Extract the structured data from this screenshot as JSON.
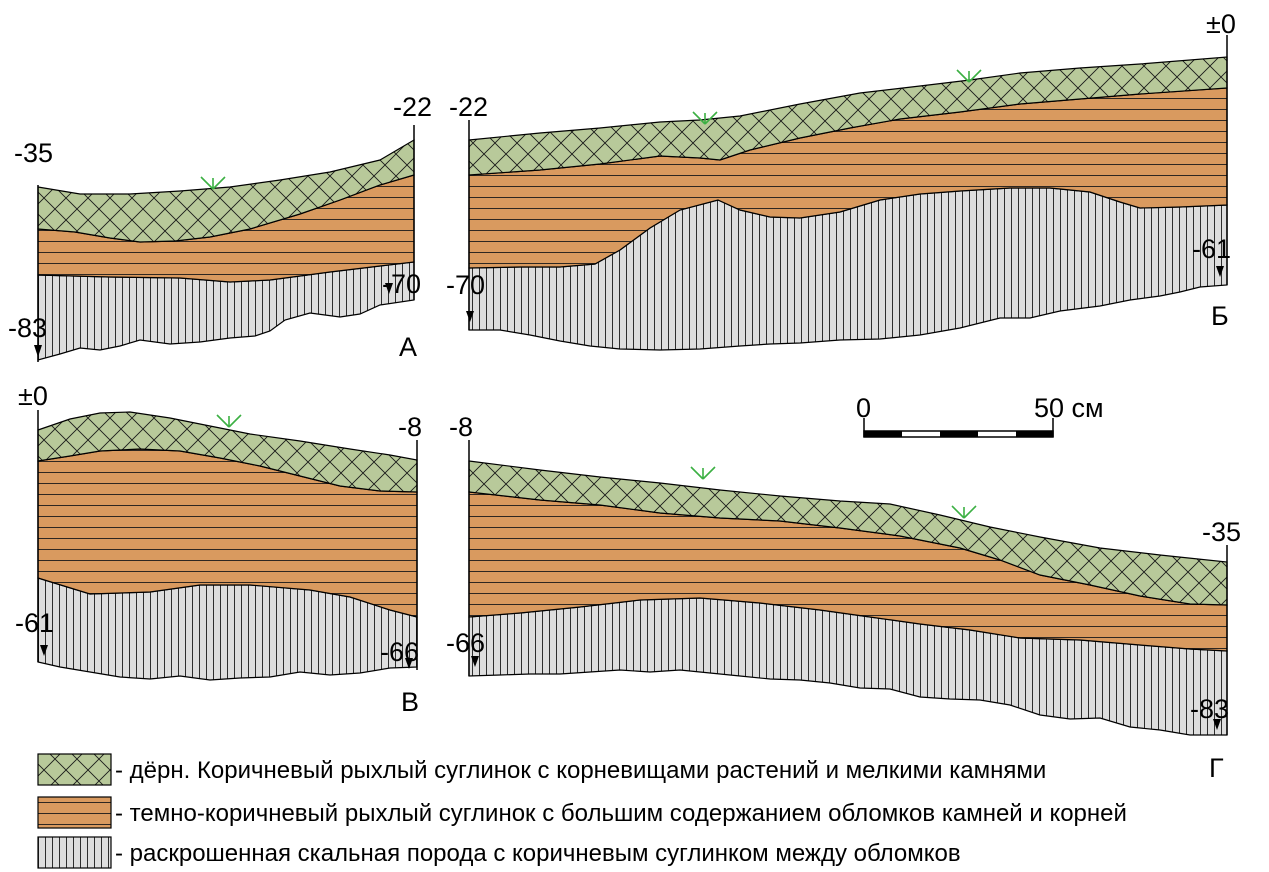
{
  "colors": {
    "turf": "#b8c99a",
    "loam": "#d99a5f",
    "rock": "#dedede",
    "root": "#3cb043",
    "outline": "#000000"
  },
  "sections": [
    {
      "id": "A",
      "letter": "А",
      "left_top": "-35",
      "right_top": "-22",
      "left_bottom": "-83",
      "right_bottom": "-70"
    },
    {
      "id": "B",
      "letter": "Б",
      "left_top": "-22",
      "right_top": "±0",
      "left_bottom": "-70",
      "right_bottom": "-61"
    },
    {
      "id": "V",
      "letter": "В",
      "left_top": "±0",
      "right_top": "-8",
      "left_bottom": "-61",
      "right_bottom": "-66"
    },
    {
      "id": "G",
      "letter": "Г",
      "left_top": "-8",
      "right_top": "-35",
      "left_bottom": "-66",
      "right_bottom": "-83"
    }
  ],
  "scale_bar": {
    "start_label": "0",
    "end_label": "50 см"
  },
  "legend": [
    {
      "key": "turf",
      "text": "- дёрн. Коричневый рыхлый суглинок с корневищами растений и мелкими камнями"
    },
    {
      "key": "loam",
      "text": "- темно-коричневый рыхлый суглинок с большим содержанием обломков камней и корней"
    },
    {
      "key": "rock",
      "text": "- раскрошенная скальная порода с коричневым суглинком между обломков"
    }
  ]
}
